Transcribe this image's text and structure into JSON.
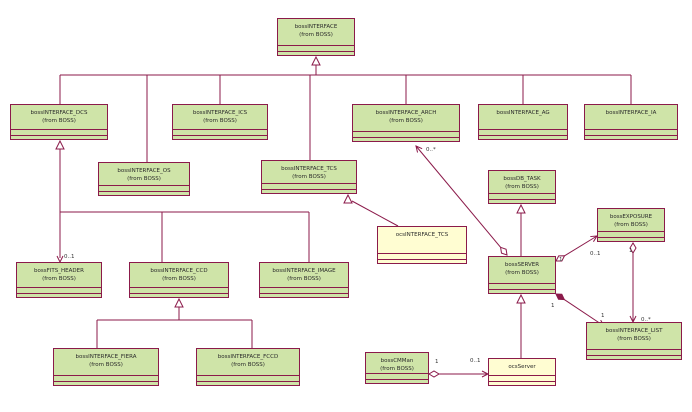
{
  "classes": [
    {
      "id": "bossINTERFACE",
      "name": "bossINTERFACE",
      "package": "(from BOSS)",
      "fill": "green"
    },
    {
      "id": "bossINTERFACE_DCS",
      "name": "bossINTERFACE_DCS",
      "package": "(from BOSS)",
      "fill": "green"
    },
    {
      "id": "bossINTERFACE_ICS",
      "name": "bossINTERFACE_ICS",
      "package": "(from BOSS)",
      "fill": "green"
    },
    {
      "id": "bossINTERFACE_ARCH",
      "name": "bossINTERFACE_ARCH",
      "package": "(from BOSS)",
      "fill": "green"
    },
    {
      "id": "bossINTERFACE_AG",
      "name": "bossINTERFACE_AG",
      "package": "",
      "fill": "green"
    },
    {
      "id": "bossINTERFACE_IA",
      "name": "bossINTERFACE_IA",
      "package": "",
      "fill": "green"
    },
    {
      "id": "bossINTERFACE_OS",
      "name": "bossINTERFACE_OS",
      "package": "(from BOSS)",
      "fill": "green"
    },
    {
      "id": "bossINTERFACE_TCS",
      "name": "bossINTERFACE_TCS",
      "package": "(from BOSS)",
      "fill": "green"
    },
    {
      "id": "bossDB_TASK",
      "name": "bossDB_TASK",
      "package": "(from BOSS)",
      "fill": "green"
    },
    {
      "id": "ocsINTERFACE_TCS",
      "name": "ocsINTERFACE_TCS",
      "package": "",
      "fill": "yellow"
    },
    {
      "id": "bossEXPOSURE",
      "name": "bossEXPOSURE",
      "package": "(from BOSS)",
      "fill": "green"
    },
    {
      "id": "bossFITS_HEADER",
      "name": "bossFITS_HEADER",
      "package": "(from BOSS)",
      "fill": "green"
    },
    {
      "id": "bossINTERFACE_CCD",
      "name": "bossINTERFACE_CCD",
      "package": "(from BOSS)",
      "fill": "green"
    },
    {
      "id": "bossINTERFACE_IMAGE",
      "name": "bossINTERFACE_IMAGE",
      "package": "(from BOSS)",
      "fill": "green"
    },
    {
      "id": "bossSERVER",
      "name": "bossSERVER",
      "package": "(from BOSS)",
      "fill": "green"
    },
    {
      "id": "bossINTERFACE_LIST",
      "name": "bossINTERFACE_LIST",
      "package": "(from BOSS)",
      "fill": "green"
    },
    {
      "id": "bossINTERFACE_FIERA",
      "name": "bossINTERFACE_FIERA",
      "package": "(from BOSS)",
      "fill": "green"
    },
    {
      "id": "bossINTERFACE_FCCD",
      "name": "bossINTERFACE_FCCD",
      "package": "(from BOSS)",
      "fill": "green"
    },
    {
      "id": "bossCMMan",
      "name": "bossCMMan",
      "package": "(from BOSS)",
      "fill": "green"
    },
    {
      "id": "ocsServer",
      "name": "ocsServer",
      "package": "",
      "fill": "yellow"
    }
  ],
  "multiplicities": [
    {
      "id": "arch-end",
      "text": "0..*"
    },
    {
      "id": "fits-end",
      "text": "0..1"
    },
    {
      "id": "server-exp-left",
      "text": "0..1"
    },
    {
      "id": "server-exp-right",
      "text": "1"
    },
    {
      "id": "exp-list-top",
      "text": "1"
    },
    {
      "id": "exp-list-bottom",
      "text": "0..*"
    },
    {
      "id": "server-list-left",
      "text": "1"
    },
    {
      "id": "server-list-right",
      "text": "1"
    },
    {
      "id": "cmman-end",
      "text": "1"
    },
    {
      "id": "ocs-end",
      "text": "0..1"
    }
  ],
  "colors": {
    "line": "#8b1a4a",
    "green": "#cfe4a8",
    "yellow": "#fffdd2"
  }
}
